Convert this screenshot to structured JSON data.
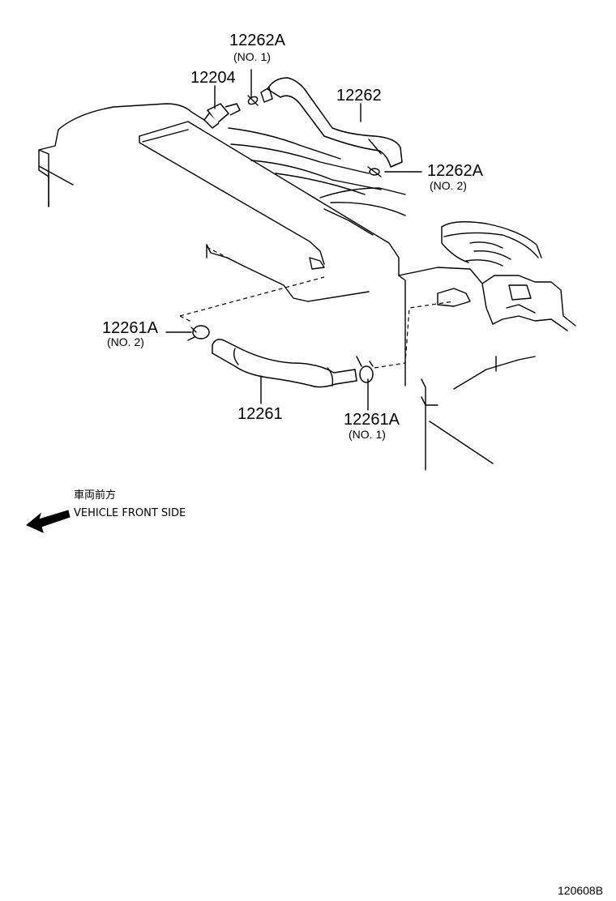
{
  "callouts": {
    "c12262A_no1": {
      "part": "12262A",
      "sub": "(NO. 1)"
    },
    "c12204": {
      "part": "12204"
    },
    "c12262": {
      "part": "12262"
    },
    "c12262A_no2": {
      "part": "12262A",
      "sub": "(NO. 2)"
    },
    "c12261A_no2": {
      "part": "12261A",
      "sub": "(NO. 2)"
    },
    "c12261": {
      "part": "12261"
    },
    "c12261A_no1": {
      "part": "12261A",
      "sub": "(NO. 1)"
    }
  },
  "direction": {
    "label_jp": "車両前方",
    "label_en": "VEHICLE FRONT SIDE",
    "icon": "arrow-left-icon"
  },
  "reference": "120608B"
}
